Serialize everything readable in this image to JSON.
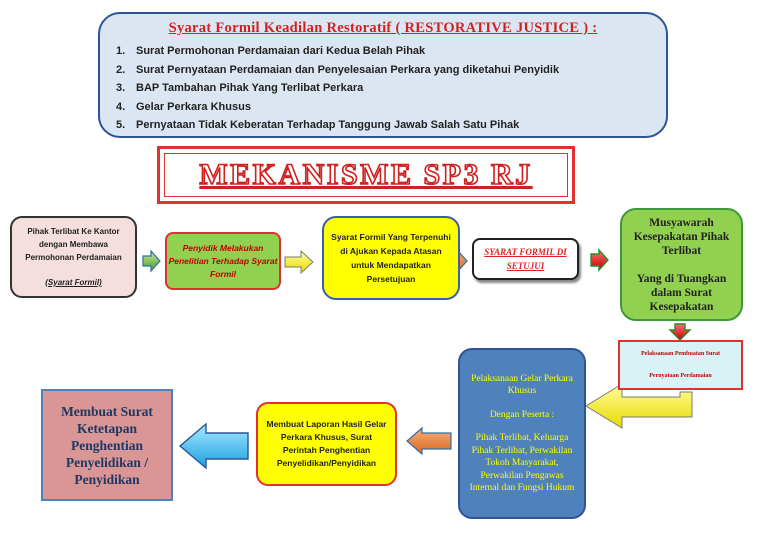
{
  "requirements": {
    "title": "Syarat Formil Keadilan Restoratif ( RESTORATIVE JUSTICE ) :",
    "items": [
      {
        "num": "1.",
        "text": "Surat Permohonan Perdamaian dari Kedua Belah Pihak"
      },
      {
        "num": "2.",
        "text": "Surat Pernyataan Perdamaian dan Penyelesaian Perkara yang diketahui Penyidik"
      },
      {
        "num": "3.",
        "text": "BAP Tambahan Pihak Yang Terlibat Perkara"
      },
      {
        "num": "4.",
        "text": "Gelar Perkara Khusus"
      },
      {
        "num": "5.",
        "text": "Pernyataan Tidak Keberatan Terhadap Tanggung Jawab Salah Satu Pihak"
      }
    ]
  },
  "main_title": "MEKANISME SP3 RJ",
  "steps": {
    "step1": {
      "lines": [
        "Pihak Terlibat Ke Kantor",
        "dengan Membawa",
        "Permohonan Perdamaian"
      ],
      "note": "(Syarat Formil)"
    },
    "step2": {
      "text": "Penyidik Melakukan Penelitian Terhadap Syarat Formil"
    },
    "step3": {
      "text": "Syarat Formil Yang Terpenuhi di Ajukan Kepada Atasan untuk Mendapatkan Persetujuan"
    },
    "step4": {
      "text": "SYARAT FORMIL DI SETUJUI"
    },
    "step5": {
      "line1": "Musyawarah Kesepakatan Pihak Terlibat",
      "line2": "Yang di Tuangkan dalam Surat Kesepakatan"
    },
    "step6": {
      "line1": "Pelaksanaan Pembuatan Surat",
      "line2": "Pernyataan Perdamaian"
    },
    "step7": {
      "title": "Pelaksanaan Gelar Perkara Khusus",
      "subtitle": "Dengan Peserta :",
      "participants": "Pihak Terlibat, Keluarga Pihak Terlibat, Perwakilan Tokoh Masyarakat, Perwakilan Pengawas Internal dan Fungsi Hukum"
    },
    "step8": {
      "text": "Membuat Laporan Hasil Gelar Perkara Khusus, Surat Perintah Penghentian Penyelidikan/Penyidikan"
    },
    "step9": {
      "text": "Membuat Surat Ketetapan Penghentian Penyelidikan / Penyidikan"
    }
  },
  "colors": {
    "title_red": "#d42020",
    "requirements_bg": "#dce6f2",
    "green": "#92d050",
    "yellow": "#ffff00",
    "blue": "#4f81bd",
    "rose": "#d99694",
    "light_cyan": "#d9f2f6"
  }
}
